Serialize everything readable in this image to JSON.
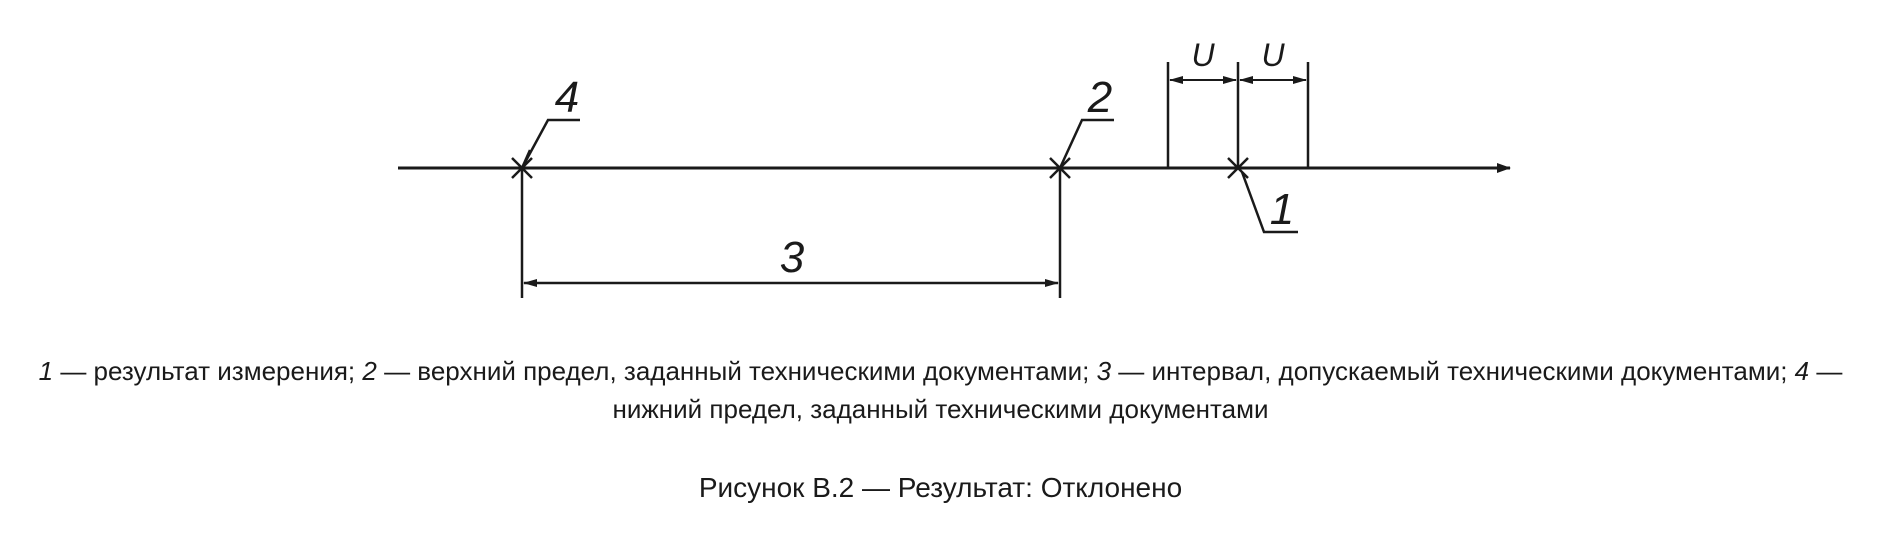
{
  "diagram": {
    "labels": {
      "measurement": "1",
      "upper_limit": "2",
      "interval": "3",
      "lower_limit": "4",
      "uncertainty_left": "U",
      "uncertainty_right": "U"
    }
  },
  "legend": {
    "items": [
      {
        "num": "1",
        "text": " — результат измерения; "
      },
      {
        "num": "2",
        "text": " — верхний предел, заданный техническими документами; "
      },
      {
        "num": "3",
        "text": " — интервал, допускаемый техническими документами; "
      },
      {
        "num": "4",
        "text": " — нижний предел, заданный техническими документами"
      }
    ]
  },
  "caption": "Рисунок В.2 — Результат: Отклонено"
}
